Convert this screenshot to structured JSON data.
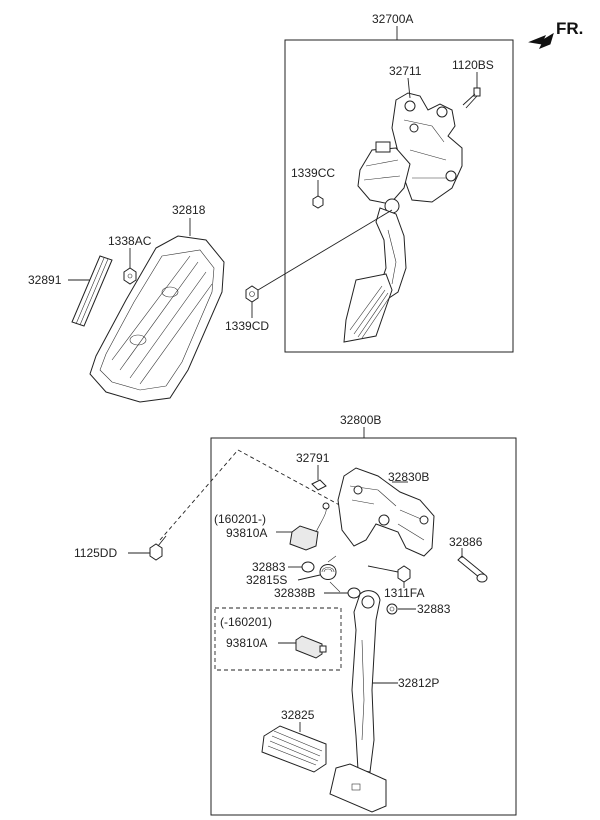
{
  "orientation": {
    "label": "FR."
  },
  "accelerator_assembly": {
    "assembly_number": "32700A",
    "parts": {
      "bracket": "32711",
      "bolt": "1120BS",
      "nut_mid": "1339CC",
      "nut_lower": "1339CD",
      "pad_cover": "32818",
      "clip_nut": "1338AC",
      "pad_strip": "32891"
    }
  },
  "brake_assembly": {
    "assembly_number": "32800B",
    "parts": {
      "bracket_top": "32791",
      "bracket": "32830B",
      "switch_new_date": "(160201-)",
      "switch_new": "93810A",
      "bushing_left": "32883",
      "spring": "32815S",
      "bushing_center": "32838B",
      "nut": "1311FA",
      "bushing_right": "32883",
      "shaft": "32886",
      "bolt": "1125DD",
      "switch_old_date": "(-160201)",
      "switch_old": "93810A",
      "pedal_arm": "32812P",
      "pedal_pad": "32825"
    }
  }
}
